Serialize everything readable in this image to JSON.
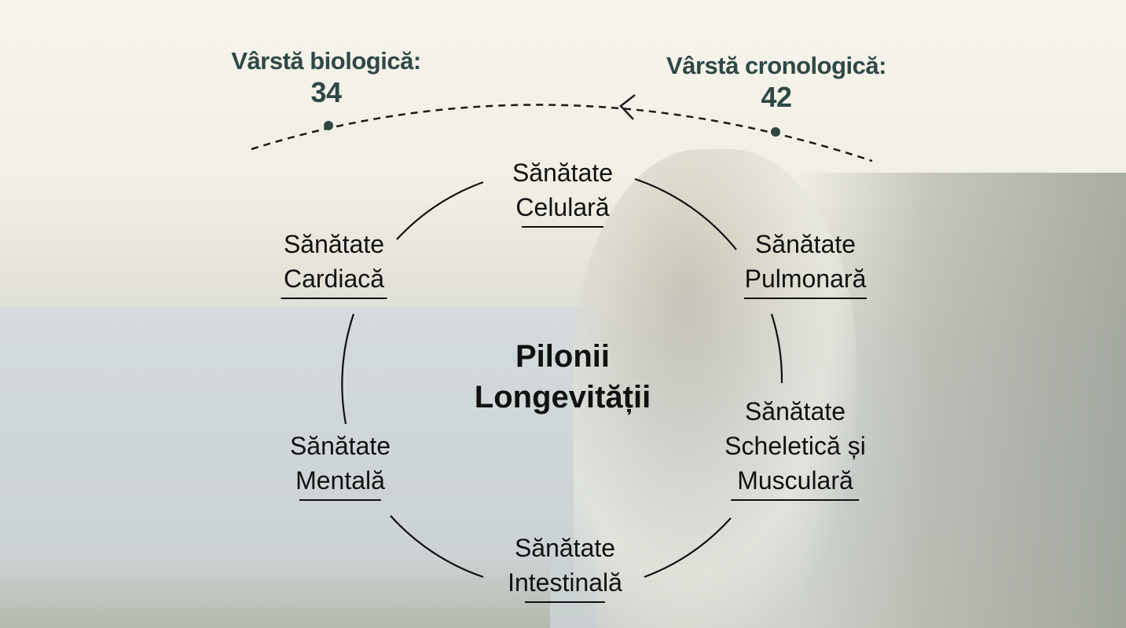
{
  "ages": {
    "biological": {
      "label": "Vârstă biologică:",
      "value": "34"
    },
    "chronological": {
      "label": "Vârstă cronologică:",
      "value": "42"
    }
  },
  "title": {
    "line1": "Pilonii",
    "line2": "Longevității"
  },
  "pillars": [
    {
      "line1": "Sănătate",
      "line2": "Celulară"
    },
    {
      "line1": "Sănătate",
      "line2": "Pulmonară"
    },
    {
      "line1": "Sănătate",
      "line2": "Scheletică și",
      "line3": "Musculară"
    },
    {
      "line1": "Sănătate",
      "line2": "Intestinală"
    },
    {
      "line1": "Sănătate",
      "line2": "Mentală"
    },
    {
      "line1": "Sănătate",
      "line2": "Cardiacă"
    }
  ],
  "colors": {
    "age_text": "#2f4846",
    "text": "#111111"
  }
}
